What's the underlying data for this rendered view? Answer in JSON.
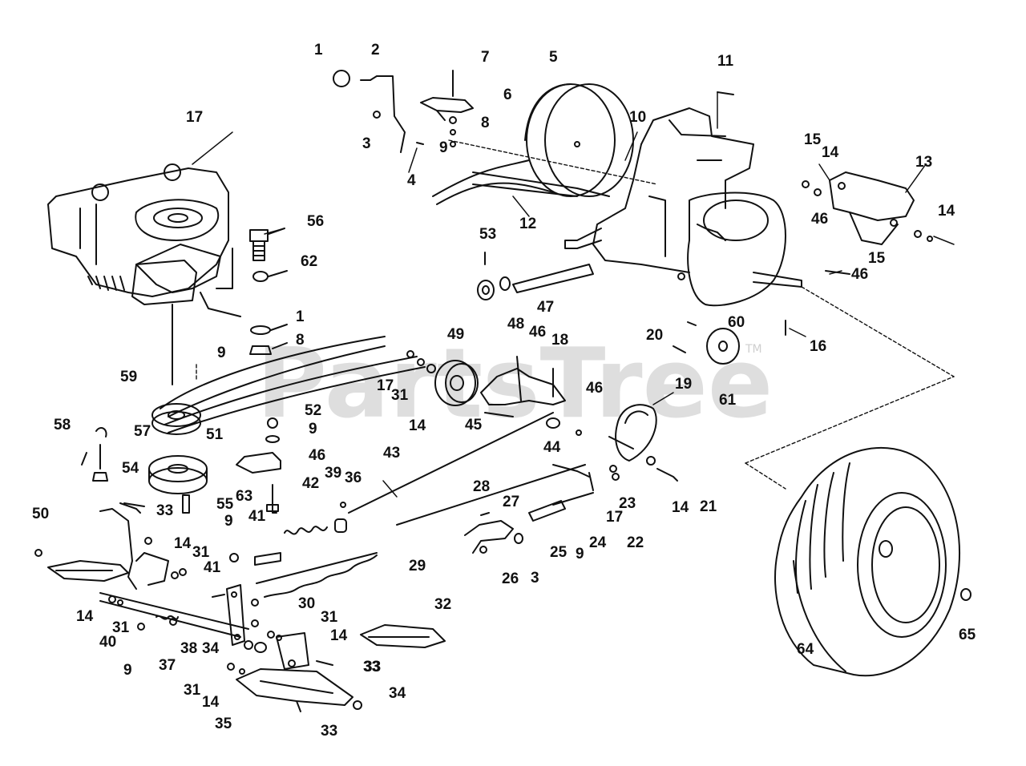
{
  "watermark": {
    "text": "PartsTree",
    "trademark": "TM"
  },
  "part_numbers": [
    "1",
    "2",
    "7",
    "5",
    "6",
    "8",
    "3",
    "4",
    "9",
    "10",
    "12",
    "11",
    "15",
    "14",
    "13",
    "46",
    "14",
    "15",
    "46",
    "16",
    "17",
    "56",
    "62",
    "1",
    "8",
    "9",
    "53",
    "47",
    "48",
    "49",
    "46",
    "18",
    "17",
    "31",
    "14",
    "45",
    "44",
    "46",
    "19",
    "20",
    "60",
    "61",
    "59",
    "52",
    "9",
    "46",
    "58",
    "57",
    "51",
    "54",
    "50",
    "33",
    "14",
    "31",
    "55",
    "63",
    "9",
    "41",
    "42",
    "39",
    "36",
    "43",
    "28",
    "27",
    "17",
    "22",
    "23",
    "14",
    "21",
    "24",
    "9",
    "25",
    "26",
    "3",
    "29",
    "41",
    "30",
    "31",
    "14",
    "40",
    "14",
    "31",
    "33",
    "37",
    "38",
    "9",
    "34",
    "33",
    "32",
    "31",
    "14",
    "35",
    "33",
    "34",
    "64",
    "65"
  ],
  "components": {
    "engine": "engine",
    "wheel": "rear-wheel",
    "transaxle": "transaxle"
  }
}
